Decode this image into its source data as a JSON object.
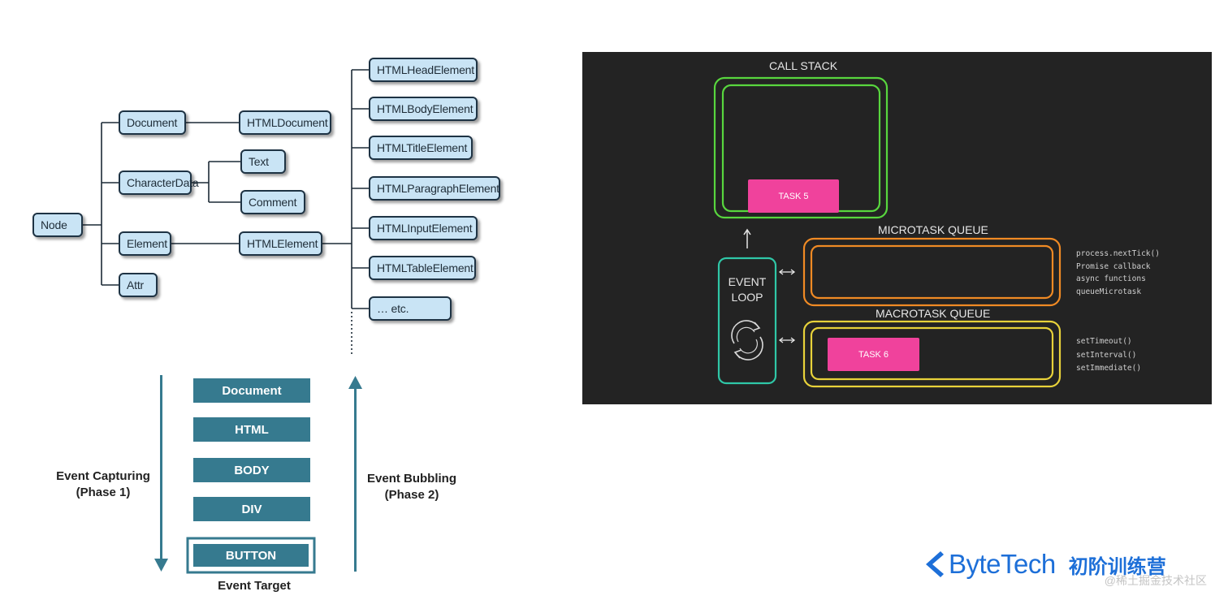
{
  "dom_tree": {
    "root": "Node",
    "level1": [
      "Document",
      "CharacterData",
      "Element",
      "Attr"
    ],
    "document_child": "HTMLDocument",
    "characterdata_children": [
      "Text",
      "Comment"
    ],
    "element_child": "HTMLElement",
    "htmlelement_children": [
      "HTMLHeadElement",
      "HTMLBodyElement",
      "HTMLTitleElement",
      "HTMLParagraphElement",
      "HTMLInputElement",
      "HTMLTableElement",
      "… etc."
    ]
  },
  "event_flow": {
    "layers": [
      "Document",
      "HTML",
      "BODY",
      "DIV",
      "BUTTON"
    ],
    "capturing_label": [
      "Event Capturing",
      "(Phase 1)"
    ],
    "bubbling_label": [
      "Event Bubbling",
      "(Phase 2)"
    ],
    "target_label": "Event Target"
  },
  "event_loop": {
    "call_stack_title": "CALL STACK",
    "call_stack_task": "TASK 5",
    "microtask_title": "MICROTASK QUEUE",
    "macrotask_title": "MACROTASK QUEUE",
    "macrotask_task": "TASK 6",
    "event_loop_label": [
      "EVENT",
      "LOOP"
    ],
    "microtask_sources": [
      "process.nextTick()",
      "Promise callback",
      "async functions",
      "queueMicrotask"
    ],
    "macrotask_sources": [
      "setTimeout()",
      "setInterval()",
      "setImmediate()"
    ],
    "colors": {
      "background": "#232323",
      "call_stack": "#58d63e",
      "microtask": "#f08a24",
      "macrotask": "#e8d23a",
      "event_loop": "#2fc7a7",
      "task": "#f0429c"
    }
  },
  "branding": {
    "logo_text": "ByteTech",
    "program": "初阶训练营",
    "watermark": "@稀土掘金技术社区",
    "logo_icon": "bytetech-chevron-icon"
  }
}
